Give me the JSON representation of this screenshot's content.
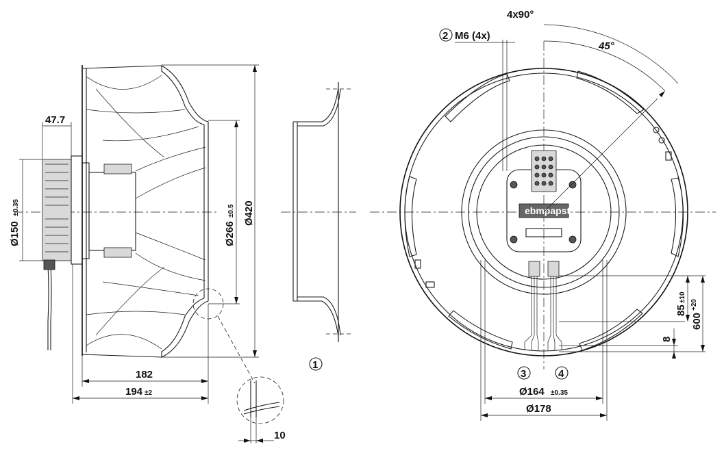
{
  "dimensions": {
    "side_hub_width": "47.7",
    "dia_150": "Ø150",
    "dia_150_tol": "±0.35",
    "dia_266": "Ø266",
    "dia_266_tol": "±0.5",
    "dia_420": "Ø420",
    "len_182": "182",
    "len_194": "194",
    "len_194_tol": "±2",
    "detail_10": "10",
    "angle_4x90": "4x90°",
    "angle_45": "45°",
    "mount_m6": "M6 (4x)",
    "dia_164": "Ø164",
    "dia_164_tol": "±0.35",
    "dia_178": "Ø178",
    "len_85": "85",
    "len_85_tol": "±10",
    "len_600": "600",
    "len_600_tol": "+20",
    "len_8": "8"
  },
  "callouts": {
    "c1": "1",
    "c2": "2",
    "c3": "3",
    "c4": "4"
  },
  "brand_text": "ebmpapst"
}
